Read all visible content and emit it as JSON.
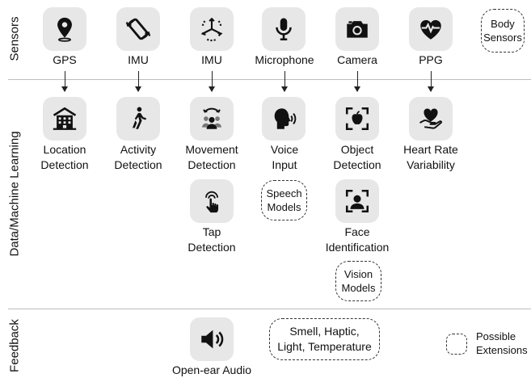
{
  "rows": {
    "sensors": "Sensors",
    "ml": "Data/Machine Learning",
    "feedback": "Feedback"
  },
  "sensors": [
    {
      "label": "GPS",
      "icon": "location-pin-icon"
    },
    {
      "label": "IMU",
      "icon": "rotate-device-icon"
    },
    {
      "label": "IMU",
      "icon": "axes-icon"
    },
    {
      "label": "Microphone",
      "icon": "microphone-icon"
    },
    {
      "label": "Camera",
      "icon": "camera-icon"
    },
    {
      "label": "PPG",
      "icon": "heart-pulse-icon"
    }
  ],
  "sensor_extension": "Body\nSensors",
  "ml": [
    {
      "label": "Location\nDetection",
      "icon": "building-icon"
    },
    {
      "label": "Activity\nDetection",
      "icon": "walking-person-icon"
    },
    {
      "label": "Movement\nDetection",
      "icon": "people-movement-icon"
    },
    {
      "label": "Voice\nInput",
      "icon": "speaking-head-icon"
    },
    {
      "label": "Object\nDetection",
      "icon": "apple-scan-icon"
    },
    {
      "label": "Heart Rate\nVariability",
      "icon": "heart-hand-icon"
    }
  ],
  "ml_extra": [
    {
      "label": "Tap\nDetection",
      "icon": "tap-finger-icon"
    },
    {
      "label": "Face\nIdentification",
      "icon": "face-scan-icon"
    }
  ],
  "ml_extensions": {
    "speech": "Speech\nModels",
    "vision": "Vision\nModels"
  },
  "feedback": {
    "audio_label": "Open-ear Audio",
    "audio_icon": "speaker-icon",
    "extension": "Smell, Haptic,\nLight, Temperature"
  },
  "legend": {
    "text": "Possible\nExtensions"
  },
  "colors": {
    "tile": "#e7e7e7",
    "icon": "#111111",
    "divider": "#bdbdbd"
  }
}
